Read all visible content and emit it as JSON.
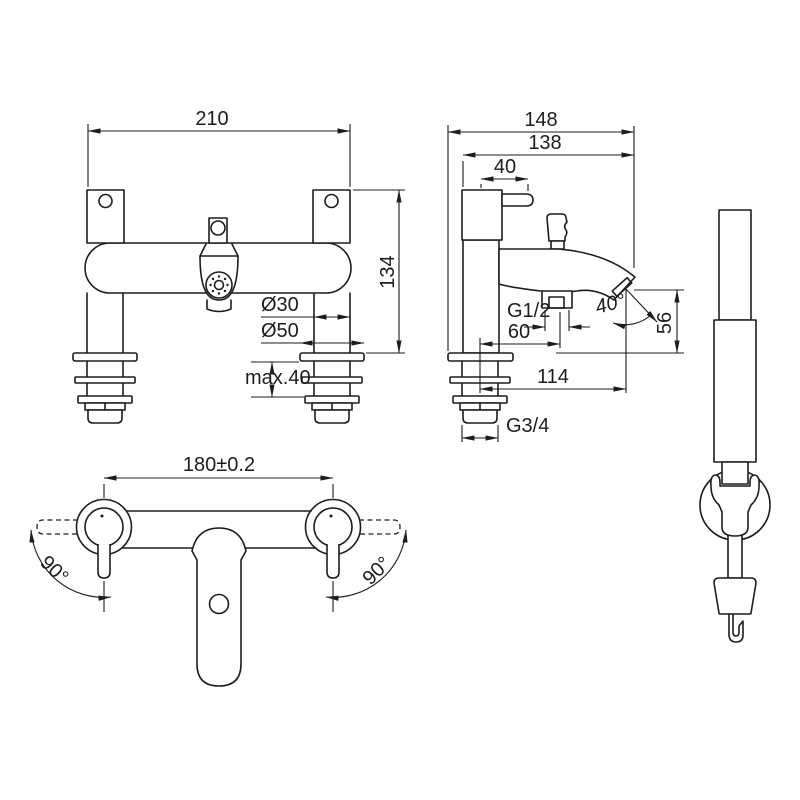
{
  "drawing": {
    "background": "#ffffff",
    "line_color": "#1d1d1d",
    "front_view": {
      "overall_width": "210",
      "body_height": "134",
      "pillar_diameter": "Ø30",
      "flange_diameter": "Ø50",
      "max_deck_thickness": "max.40"
    },
    "side_view": {
      "overall_depth": "148",
      "body_depth": "138",
      "handle_length": "40",
      "hose_outlet_thread": "G1/2",
      "outlet_offset": "60",
      "spray_angle": "40°",
      "spout_height": "56",
      "spout_reach": "114",
      "inlet_thread": "G3/4"
    },
    "top_view": {
      "hole_centres": "180±0.2",
      "handle_swing_left": "90°",
      "handle_swing_right": "90°"
    }
  }
}
